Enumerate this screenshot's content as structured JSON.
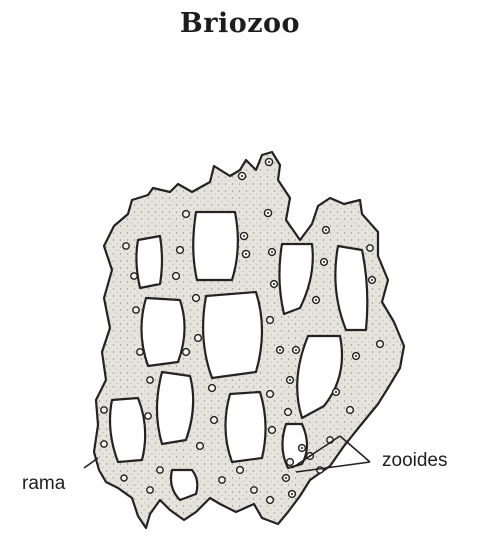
{
  "title": "Briozoo",
  "labels": {
    "rama": "rama",
    "zooides": "zooides"
  },
  "colors": {
    "ink": "#1d1d1d",
    "fill": "#e6e3dc",
    "background": "#ffffff"
  }
}
